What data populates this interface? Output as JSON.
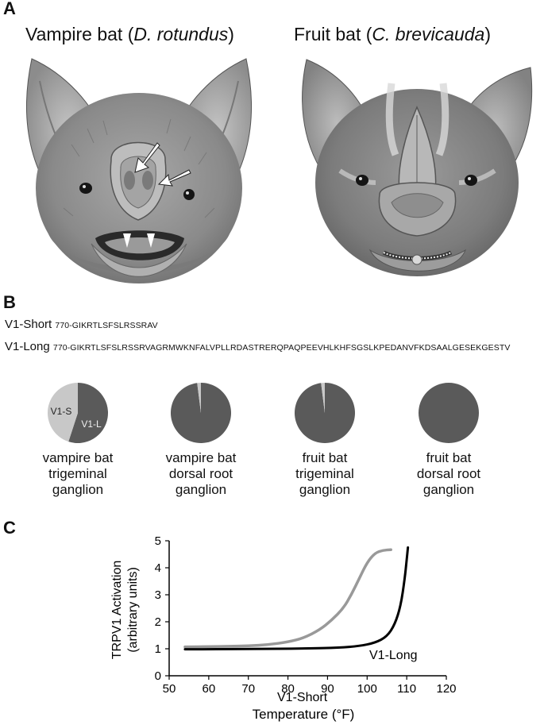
{
  "panels": {
    "a": "A",
    "b": "B",
    "c": "C"
  },
  "bats": {
    "vampire": {
      "common": "Vampire bat (",
      "species": "D. rotundus",
      "close": ")"
    },
    "fruit": {
      "common": "Fruit bat (",
      "species": "C. brevicauda",
      "close": ")"
    }
  },
  "sequences": [
    {
      "name": "V1-Short",
      "seq": "770-GIKRTLSFSLRSSRAV"
    },
    {
      "name": "V1-Long",
      "seq": "770-GIKRTLSFSLRSSRVAGRMWKNFALVPLLRDASTRERQPAQPEEVHLKHFSGSLKPEDANVFKDSAALGESEKGESTV"
    }
  ],
  "pies": [
    {
      "lines": [
        "vampire bat",
        "trigeminal",
        "ganglion"
      ],
      "short_fraction": 0.45,
      "labels": {
        "short": "V1-S",
        "long": "V1-L"
      }
    },
    {
      "lines": [
        "vampire bat",
        "dorsal root",
        "ganglion"
      ],
      "short_fraction": 0.02
    },
    {
      "lines": [
        "fruit bat",
        "trigeminal",
        "ganglion"
      ],
      "short_fraction": 0.02
    },
    {
      "lines": [
        "fruit bat",
        "dorsal root",
        "ganglion"
      ],
      "short_fraction": 0.0
    }
  ],
  "colors": {
    "short": "#c8c8c8",
    "long": "#5a5a5a",
    "short_line": "#999999",
    "long_line": "#000000"
  },
  "chart_data": {
    "type": "line",
    "xlabel": "Temperature (°F)",
    "ylabel": "TRPV1 Activation (arbitrary units)",
    "ylabel_lines": [
      "TRPV1 Activation",
      "(arbitrary units)"
    ],
    "xlim": [
      50,
      120
    ],
    "ylim": [
      0,
      5
    ],
    "xticks": [
      50,
      60,
      70,
      80,
      90,
      100,
      110,
      120
    ],
    "yticks": [
      0,
      1,
      2,
      3,
      4,
      5
    ],
    "grid": false,
    "series": [
      {
        "name": "V1-Short",
        "x": [
          54,
          60,
          65,
          70,
          75,
          80,
          84,
          88,
          91,
          94,
          96,
          98,
          100,
          102,
          104,
          106
        ],
        "y": [
          1.07,
          1.08,
          1.09,
          1.11,
          1.15,
          1.25,
          1.4,
          1.7,
          2.05,
          2.5,
          3.0,
          3.6,
          4.2,
          4.55,
          4.65,
          4.67
        ]
      },
      {
        "name": "V1-Long",
        "x": [
          54,
          70,
          85,
          93,
          98,
          102,
          105,
          107,
          108.5,
          109.5,
          110,
          110.3
        ],
        "y": [
          0.98,
          0.99,
          1.01,
          1.04,
          1.1,
          1.22,
          1.45,
          1.9,
          2.6,
          3.6,
          4.3,
          4.75
        ]
      }
    ]
  }
}
